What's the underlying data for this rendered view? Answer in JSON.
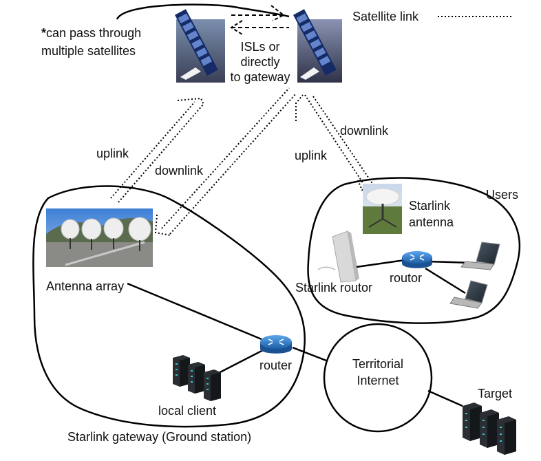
{
  "satellite_note": {
    "star": "*",
    "line1": "can pass through",
    "line2": "multiple satellites"
  },
  "isl_note": {
    "line1": "ISLs or",
    "line2": "directly",
    "line3": "to gateway"
  },
  "legend": {
    "satellite_link": "Satellite link"
  },
  "links": {
    "uplink_gateway": "uplink",
    "downlink_gateway": "downlink",
    "downlink_users": "downlink",
    "uplink_users": "uplink"
  },
  "gateway": {
    "antenna_array": "Antenna array",
    "router": "router",
    "local_client": "local client",
    "caption": "Starlink gateway (Ground station)"
  },
  "users": {
    "title": "Users",
    "antenna_line1": "Starlink",
    "antenna_line2": "antenna",
    "starlink_router": "Starlink routor",
    "routor": "routor"
  },
  "internet": {
    "line1": "Territorial",
    "line2": "Internet"
  },
  "target": {
    "label": "Target"
  },
  "colors": {
    "router_blue": "#2a74c4",
    "server_dark": "#2b2f33",
    "server_led": "#33c7d6",
    "satellite_panel": "#1d3b8a"
  }
}
